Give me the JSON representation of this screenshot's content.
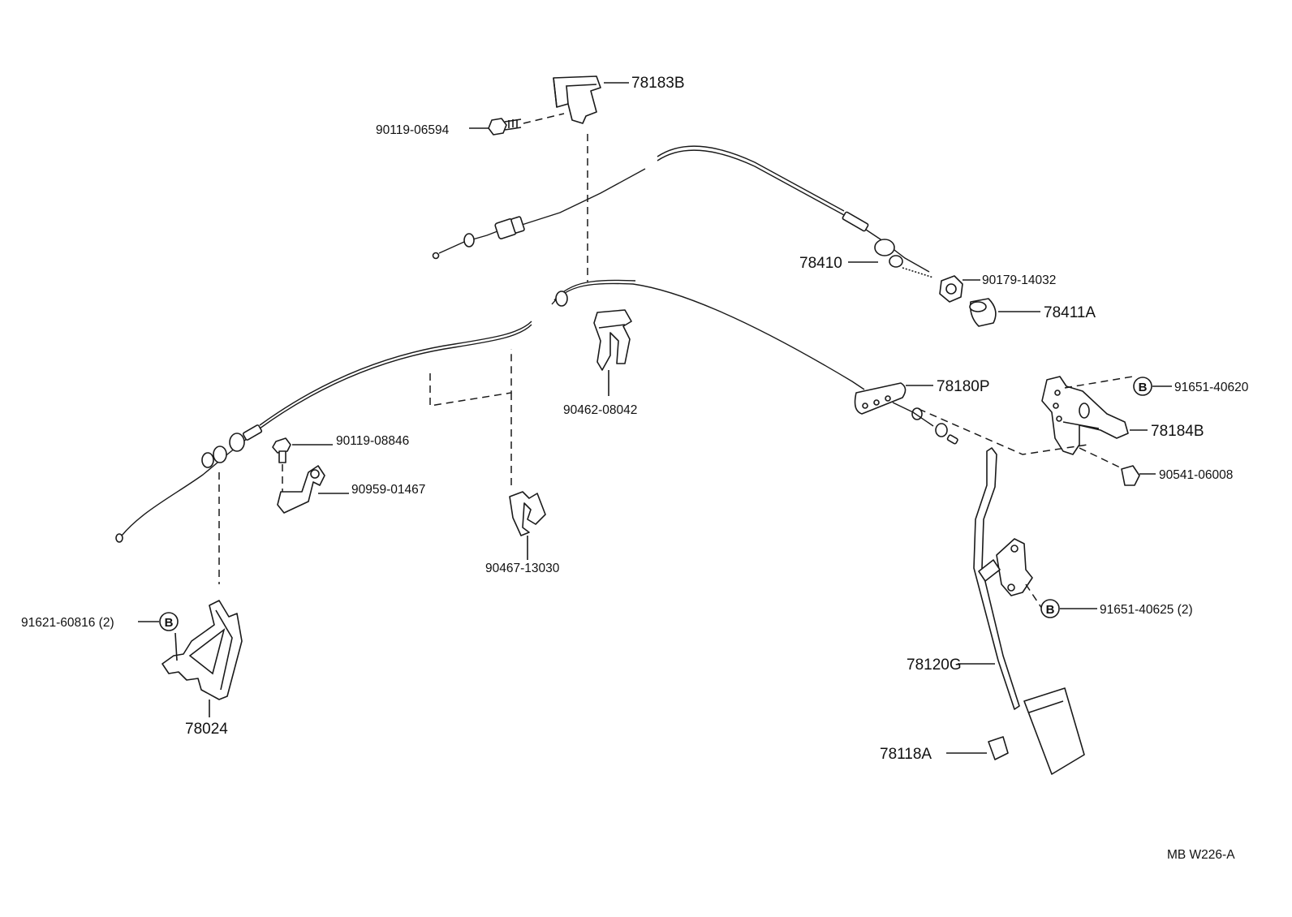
{
  "diagram": {
    "code_label": "MB  W226-A",
    "callouts": {
      "p78183B": "78183B",
      "p90119_06594": "90119-06594",
      "p78410": "78410",
      "p90179_14032": "90179-14032",
      "p78411A": "78411A",
      "p78180P": "78180P",
      "p91651_40620": "91651-40620",
      "p78184B": "78184B",
      "p90541_06008": "90541-06008",
      "p90462_08042": "90462-08042",
      "p90119_08846": "90119-08846",
      "p90959_01467": "90959-01467",
      "p90467_13030": "90467-13030",
      "p91621_60816": "91621-60816 (2)",
      "p78024": "78024",
      "p91651_40625": "91651-40625 (2)",
      "p78120G": "78120G",
      "p78118A": "78118A"
    },
    "marker_letter": "B"
  }
}
